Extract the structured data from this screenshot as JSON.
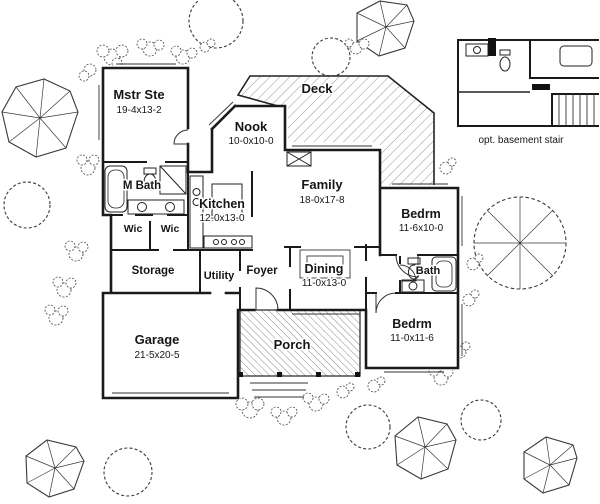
{
  "colors": {
    "ink": "#1a1a1a",
    "hatch": "#7e7e7e",
    "paper": "#ffffff"
  },
  "rooms": {
    "master": {
      "label": "Mstr Ste",
      "dims": "19-4x13-2"
    },
    "nook": {
      "label": "Nook",
      "dims": "10-0x10-0"
    },
    "deck": {
      "label": "Deck"
    },
    "mbath": {
      "label": "M Bath"
    },
    "wic1": {
      "label": "Wic"
    },
    "wic2": {
      "label": "Wic"
    },
    "kitchen": {
      "label": "Kitchen",
      "dims": "12-0x13-0"
    },
    "family": {
      "label": "Family",
      "dims": "18-0x17-8"
    },
    "bedroom1": {
      "label": "Bedrm",
      "dims": "11-6x10-0"
    },
    "storage": {
      "label": "Storage"
    },
    "utility": {
      "label": "Utility"
    },
    "foyer": {
      "label": "Foyer"
    },
    "dining": {
      "label": "Dining",
      "dims": "11-0x13-0"
    },
    "bath": {
      "label": "Bath"
    },
    "bedroom2": {
      "label": "Bedrm",
      "dims": "11-0x11-6"
    },
    "garage": {
      "label": "Garage",
      "dims": "21-5x20-5"
    },
    "porch": {
      "label": "Porch"
    }
  },
  "annotations": {
    "basement_stair": "opt. basement stair"
  }
}
